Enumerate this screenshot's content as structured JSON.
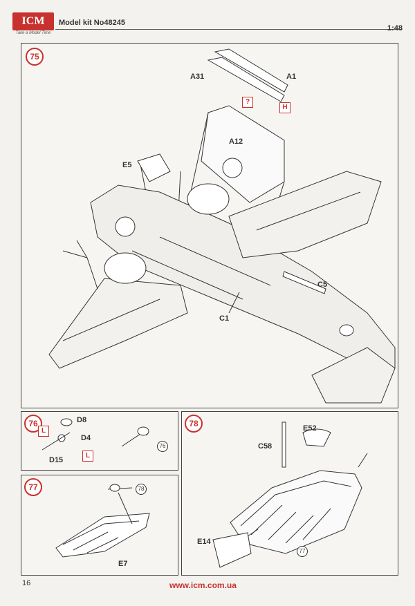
{
  "header": {
    "logo_text": "ICM",
    "logo_tagline": "Take a Model Time",
    "model_kit": "Model kit No48245",
    "scale": "1:48"
  },
  "steps": {
    "s75": {
      "number": "75",
      "parts": [
        "A31",
        "A1",
        "A12",
        "E5",
        "C5",
        "C1"
      ],
      "callouts": [
        "?",
        "H"
      ]
    },
    "s76": {
      "number": "76",
      "parts": [
        "D8",
        "D4",
        "D15"
      ],
      "callouts": [
        "L",
        "L"
      ],
      "ref": "76"
    },
    "s77": {
      "number": "77",
      "parts": [
        "E7"
      ],
      "ref": "78"
    },
    "s78": {
      "number": "78",
      "parts": [
        "C58",
        "E52",
        "E14"
      ],
      "ref": "77"
    }
  },
  "footer": {
    "page_number": "16",
    "url": "www.icm.com.ua"
  },
  "colors": {
    "accent": "#c8322e",
    "line": "#333333"
  }
}
